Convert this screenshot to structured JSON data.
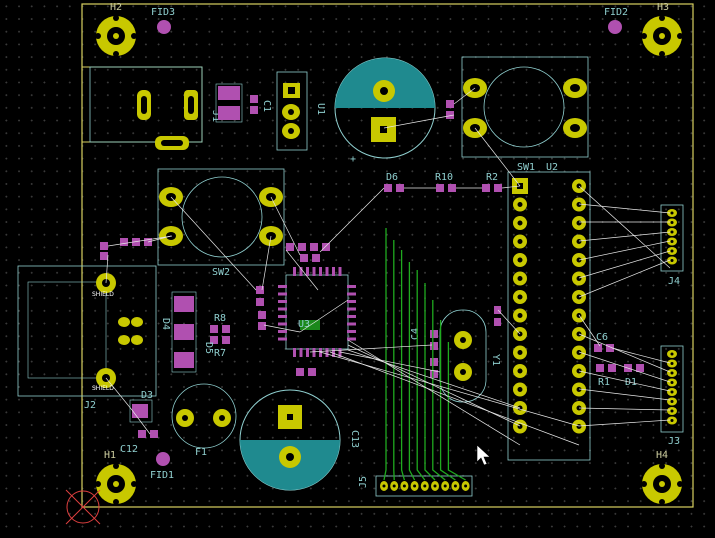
{
  "refs": {
    "h1": "H1",
    "h2": "H2",
    "h3": "H3",
    "h4": "H4",
    "fid1": "FID1",
    "fid2": "FID2",
    "fid3": "FID3",
    "j1": "J1",
    "j2": "J2",
    "j3": "J3",
    "j4": "J4",
    "j5": "J5",
    "c1": "C1",
    "c4": "C4",
    "c6": "C6",
    "c12": "C12",
    "c13": "C13",
    "u1": "U1",
    "u2": "U2",
    "u3": "U3",
    "sw1": "SW1",
    "sw2": "SW2",
    "d1": "D1",
    "d3": "D3",
    "d4": "D4",
    "d5": "D5",
    "d6": "D6",
    "r1": "R1",
    "r2": "R2",
    "r7": "R7",
    "r8": "R8",
    "r10": "R10",
    "y1": "Y1",
    "f1": "F1",
    "shield": "SHIELD",
    "plus": "+"
  },
  "colors": {
    "background": "#000000",
    "board_outline": "#d8d060",
    "through_hole_pad": "#c8c800",
    "smd_pad": "#b050b0",
    "silkscreen": "#8fcfcf",
    "copper_trace": "#1faa1f",
    "ratsnest": "#e8e8e8",
    "cap_fill": "#1f8a8f",
    "origin_marker": "#e04040"
  }
}
